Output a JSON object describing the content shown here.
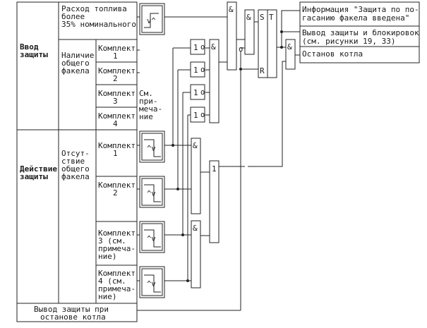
{
  "diagram": {
    "type": "protection-logic-scheme",
    "left_table": {
      "group_enable": {
        "title_line1": "Ввод",
        "title_line2": "защиты",
        "fuel_condition": [
          "Расход топлива",
          "более",
          "35% номинального"
        ],
        "flame_present": [
          "Наличие",
          "общего",
          "факела"
        ],
        "sets": [
          {
            "line1": "Комплект",
            "line2": "1"
          },
          {
            "line1": "Комплект",
            "line2": "2"
          },
          {
            "line1": "Комплект",
            "line2": "3"
          },
          {
            "line1": "Комплект",
            "line2": "4"
          }
        ],
        "note": [
          "См.",
          "при-",
          "меча-",
          "ние"
        ]
      },
      "group_action": {
        "title_line1": "Действие",
        "title_line2": "защиты",
        "flame_absent": [
          "Отсут-",
          "ствие",
          "общего",
          "факела"
        ],
        "sets": [
          {
            "lines": [
              "Комплект",
              "1"
            ]
          },
          {
            "lines": [
              "Комплект",
              "2"
            ]
          },
          {
            "lines": [
              "Комплект",
              "3 (см.",
              "примеча-",
              "ние)"
            ]
          },
          {
            "lines": [
              "Комплект",
              "4 (см.",
              "примеча-",
              "ние)"
            ]
          }
        ]
      },
      "bottom": [
        "Вывод защиты при",
        "останове котла"
      ]
    },
    "gates": {
      "and": "&",
      "or": "1",
      "not": "1",
      "inverted_marker": "o",
      "trigger_s": "S",
      "trigger_t": "T",
      "trigger_r": "R"
    },
    "outputs": [
      [
        "Информация \"Защита по по-",
        "гасанию факела введена\""
      ],
      [
        "Вывод защиты и блокировок",
        "(см. рисунки 19, 33)"
      ],
      [
        "Останов котла"
      ]
    ]
  }
}
